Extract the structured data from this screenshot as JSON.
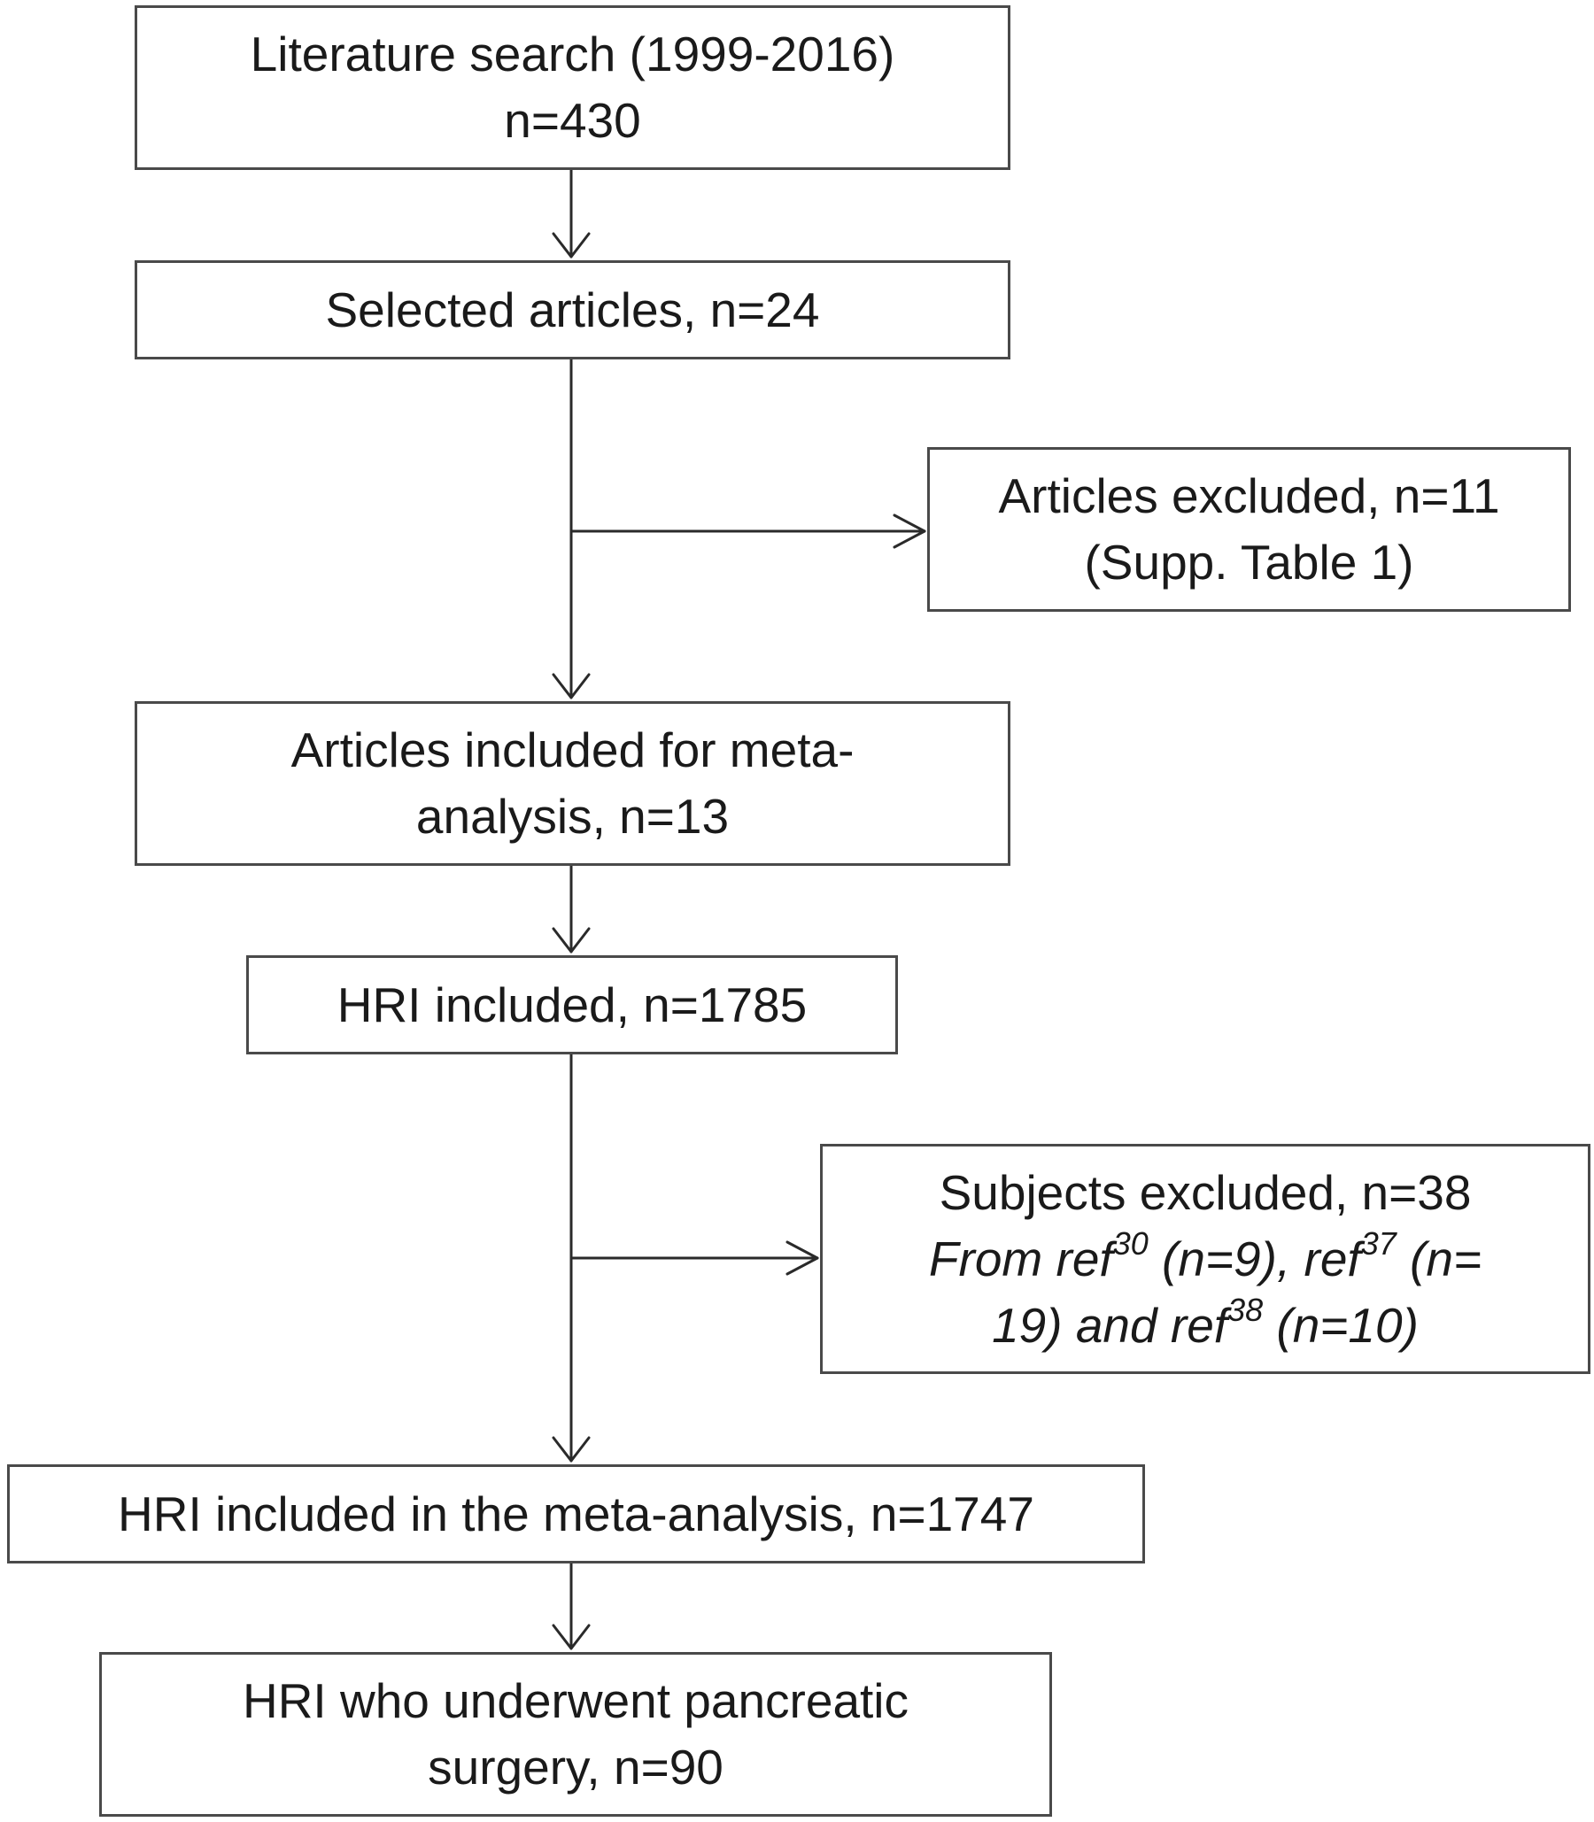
{
  "flowchart": {
    "search": {
      "line1": "Literature search (1999-2016)",
      "line2": "n=430"
    },
    "selected": {
      "line1": "Selected articles, n=24"
    },
    "articles_excluded": {
      "line1": "Articles excluded, n=11",
      "line2": "(Supp. Table 1)"
    },
    "articles_included": {
      "line1": "Articles included for meta-",
      "line2": "analysis, n=13"
    },
    "hri_included": {
      "line1": "HRI included, n=1785"
    },
    "subjects_excluded": {
      "line1": "Subjects excluded, n=38",
      "note": {
        "ref_label": "ref",
        "from_prefix": "From ",
        "ref_a": "30",
        "count_a": " (n=9), ",
        "ref_b": "37",
        "count_b_start": " (n=",
        "count_b_end": "19) and ",
        "ref_c": "38",
        "count_c": " (n=10)"
      }
    },
    "hri_meta": {
      "line1": "HRI included in the meta-analysis, n=1747"
    },
    "hri_surgery": {
      "line1": "HRI who underwent pancreatic",
      "line2": "surgery, n=90"
    }
  },
  "colors": {
    "box_border": "#4a4a4a",
    "arrow": "#2a2a2a",
    "text": "#1a1a1a",
    "background": "#ffffff"
  }
}
